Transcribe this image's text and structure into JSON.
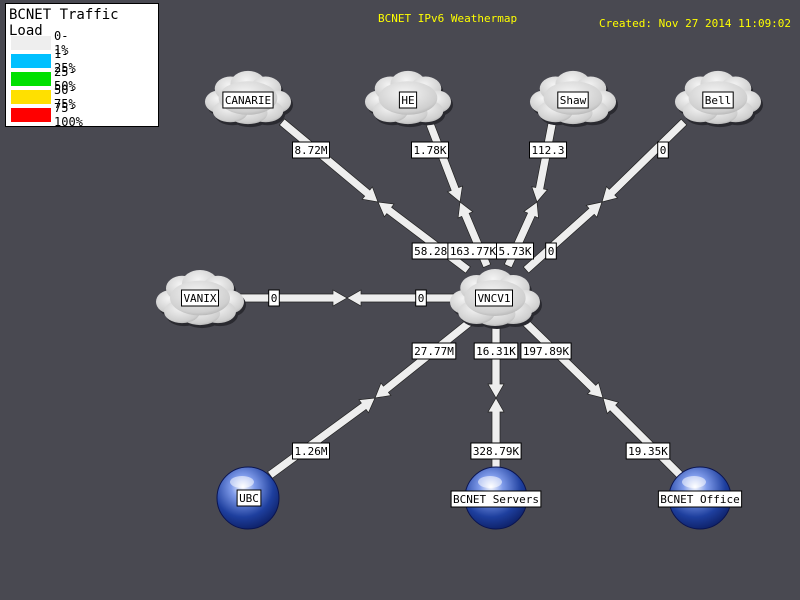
{
  "title": "BCNET IPv6 Weathermap",
  "created": "Created: Nov 27 2014 11:09:02",
  "legend": {
    "title": "BCNET Traffic Load",
    "items": [
      {
        "label": "0-1%",
        "color": "#eeeeee"
      },
      {
        "label": "1-25%",
        "color": "#00c0ff"
      },
      {
        "label": "25-50%",
        "color": "#00e000"
      },
      {
        "label": "50-75%",
        "color": "#ffe000"
      },
      {
        "label": "75-100%",
        "color": "#ff0000"
      }
    ]
  },
  "nodes": {
    "canarie": "CANARIE",
    "he": "HE",
    "shaw": "Shaw",
    "bell": "Bell",
    "vanix": "VANIX",
    "vncv1": "VNCV1",
    "ubc": "UBC",
    "bcnet_servers": "BCNET Servers",
    "bcnet_office": "BCNET Office"
  },
  "links": {
    "canarie": {
      "out": "8.72M",
      "in": "58.28M"
    },
    "he": {
      "out": "1.78K",
      "in": "163.77K"
    },
    "shaw": {
      "out": "112.3",
      "in": "5.73K"
    },
    "bell": {
      "out": "0",
      "in": "0"
    },
    "vanix": {
      "out": "0",
      "in": "0"
    },
    "ubc": {
      "out": "1.26M",
      "in": "27.77M"
    },
    "bcnet_servers": {
      "out": "328.79K",
      "in": "16.31K"
    },
    "bcnet_office": {
      "out": "19.35K",
      "in": "197.89K"
    }
  },
  "colors": {
    "background": "#494951",
    "link": "#eeeeee",
    "text_accent": "#ffff00",
    "sphere": "#1e3f9e"
  },
  "icons": {
    "cloud": "cloud-icon",
    "router": "sphere-icon"
  }
}
